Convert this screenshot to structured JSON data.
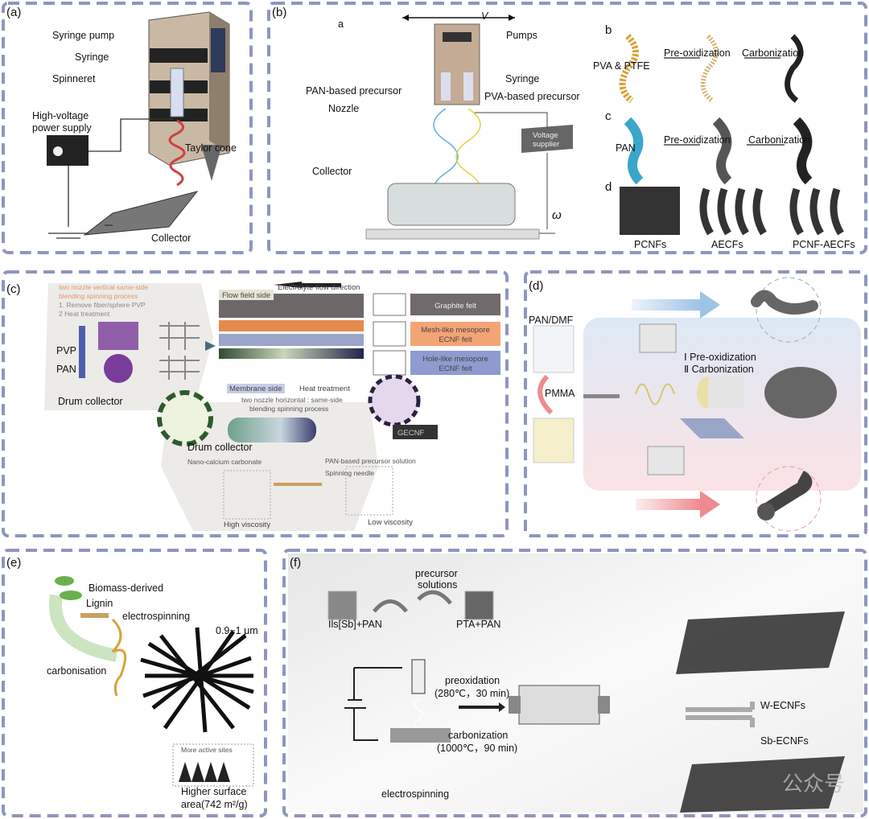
{
  "colors": {
    "frame": "#8d96c2",
    "fiber": "#222222",
    "orange": "#f4a77a",
    "blue_felt": "#8f9bcf",
    "pink": "#f3a3a8",
    "light_blue": "#a9cbe8"
  },
  "panel_a": {
    "label": "(a)",
    "syringe_pump": "Syringe pump",
    "syringe": "Syringe",
    "spinneret": "Spinneret",
    "hv1": "High-voltage",
    "hv2": "power supply",
    "taylor_cone": "Taylor cone",
    "collector": "Collector"
  },
  "panel_b": {
    "label": "(b)",
    "sub_a": "a",
    "velocity": "V",
    "pumps": "Pumps",
    "syringe": "Syringe",
    "pan_precursor": "PAN-based precursor",
    "pva_precursor": "PVA-based precursor",
    "nozzle": "Nozzle",
    "voltage1": "Voltage",
    "voltage2": "supplier",
    "collector": "Collector",
    "omega": "ω",
    "sub_b": "b",
    "pva_ptfe": "PVA & PTFE",
    "preox_b": "Pre-oxidization",
    "carb_b": "Carbonization",
    "sub_c": "c",
    "pan": "PAN",
    "preox_c": "Pre-oxidization",
    "carb_c": "Carbonization",
    "sub_d": "d",
    "pcnfs": "PCNFs",
    "aecfs": "AECFs",
    "pcnf_aecfs": "PCNF-AECFs"
  },
  "panel_c": {
    "label": "(c)",
    "vert1": "two nozzle vertical same-side",
    "vert2": "blending spinning process",
    "step1": "1. Remove fiber/sphere PVP",
    "step2": "2 Heat treatment",
    "pvp": "PVP",
    "pan": "PAN",
    "drum1": "Drum collector",
    "flow_side": "Flow field side",
    "electrolyte": "Electrolyte flow direction",
    "graphite": "Graphite felt",
    "mesh1": "Mesh-like mesopore",
    "mesh2": "ECNF felt",
    "hole1": "Hole-like mesopore",
    "hole2": "ECNF felt",
    "membrane": "Membrane side",
    "heat": "Heat treatment",
    "horiz1": "two nozzle horizontal : same-side",
    "horiz2": "blending spinning process",
    "gecnf": "GECNF",
    "drum2": "Drum collector",
    "nano": "Nano-calcium carbonate",
    "pan_sol": "PAN-based precursor solution",
    "needle": "Spinning needle",
    "high_visc": "High viscosity",
    "low_visc": "Low viscosity"
  },
  "panel_d": {
    "label": "(d)",
    "pan_dmf": "PAN/DMF",
    "pmma": "PMMA",
    "preox": "Ⅰ Pre-oxidization",
    "carb": "Ⅱ Carbonization"
  },
  "panel_e": {
    "label": "(e)",
    "biomass": "Biomass-derived",
    "lignin": "Lignin",
    "electrospinning": "electrospinning",
    "diameter": "0.9~1 μm",
    "carbonisation": "carbonisation",
    "active_sites": "More active sites",
    "surface1": "Higher surface",
    "surface2": "area(742 m²/g)"
  },
  "panel_f": {
    "label": "(f)",
    "precursor1": "precursor",
    "precursor2": "solutions",
    "ils": "Ils[Sb]+PAN",
    "pta": "PTA+PAN",
    "preox": "preoxidation",
    "preox_cond": "(280℃，30 min)",
    "carb": "carbonization",
    "carb_cond": "(1000℃，90 min)",
    "w_ecnfs": "W-ECNFs",
    "sb_ecnfs": "Sb-ECNFs",
    "electrospinning": "electrospinning"
  },
  "watermark": "公众号"
}
